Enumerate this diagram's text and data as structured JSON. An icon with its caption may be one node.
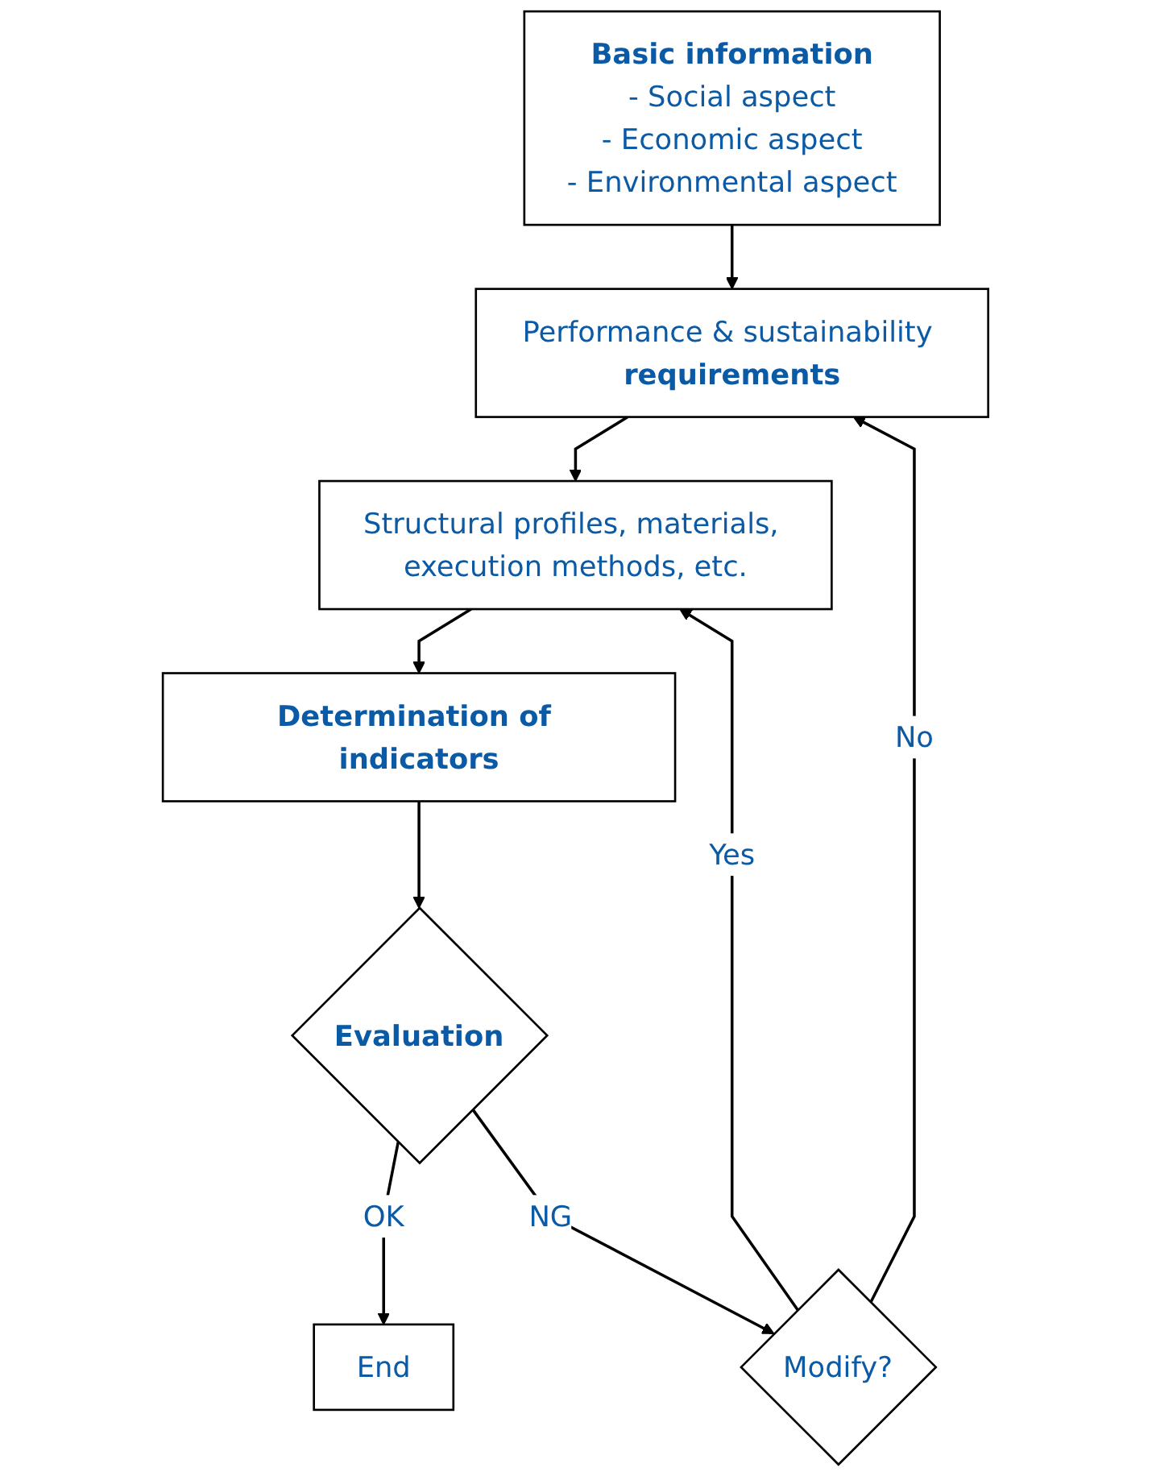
{
  "diagram": {
    "nodes": [
      {
        "text": [
          "Basic information",
          "- Social aspect",
          "- Economic aspect",
          "- Environmental aspect"
        ]
      },
      {
        "text": [
          "Performance & sustainability **requirements**"
        ]
      },
      {
        "text": [
          "Structural profiles, materials, execution methods, etc."
        ]
      },
      {
        "text": [
          "Determination of indicators"
        ]
      },
      {
        "text": [
          "Evaluation"
        ]
      },
      {
        "text": [
          "End"
        ]
      },
      {
        "text": [
          "Modify?"
        ]
      }
    ],
    "edges": [
      {
        "from": 0,
        "to": 1,
        "arrow": "to"
      },
      {
        "from": 1,
        "to": 2,
        "arrow": "to"
      },
      {
        "from": 2,
        "to": 3,
        "arrow": "to"
      },
      {
        "from": 3,
        "to": 4,
        "arrow": "to"
      },
      {
        "from": 4,
        "to": 5,
        "arrow": "to",
        "label": "OK"
      },
      {
        "from": 4,
        "to": 6,
        "arrow": "to",
        "label": "NG"
      },
      {
        "from": 6,
        "to": 2,
        "arrow": "to",
        "label": "Yes"
      },
      {
        "from": 6,
        "to": 1,
        "arrow": "to",
        "label": "No"
      }
    ]
  }
}
